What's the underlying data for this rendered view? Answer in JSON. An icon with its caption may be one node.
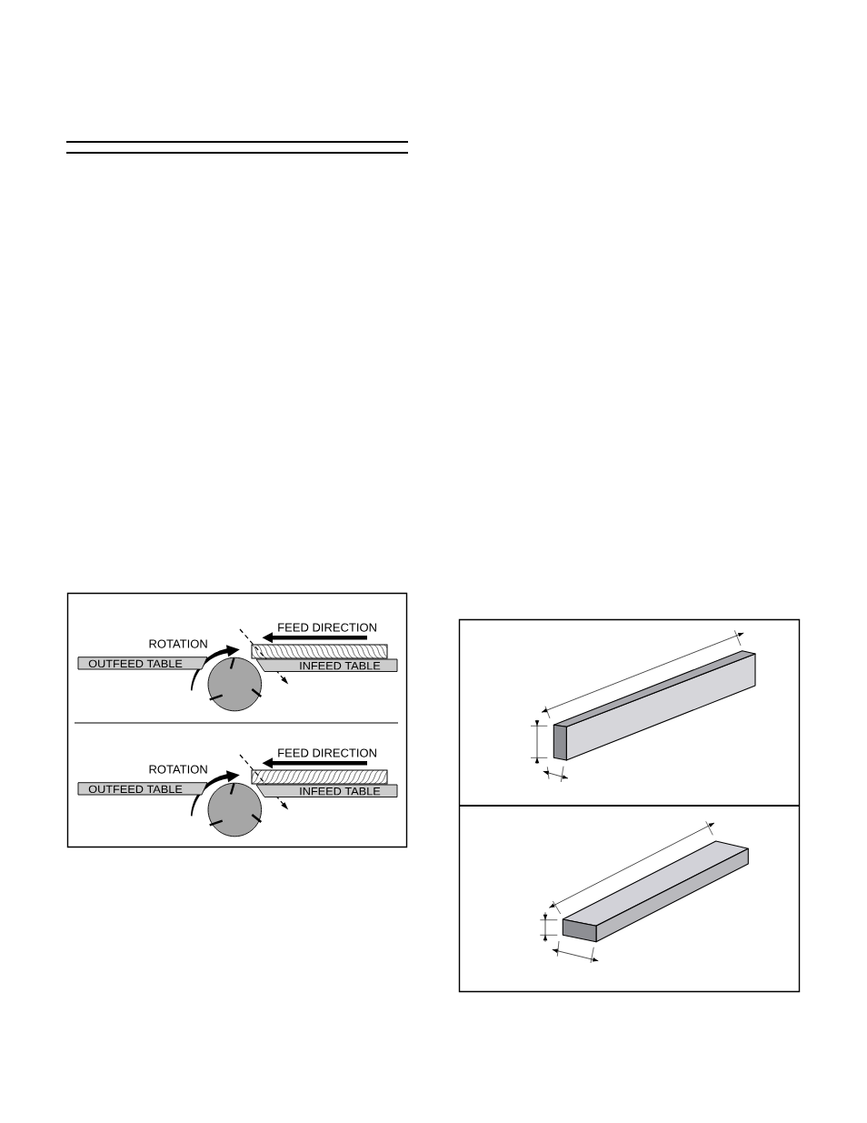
{
  "diagram": {
    "nodes": [
      {
        "text": [
          "OUTFEED TABLE"
        ]
      },
      {
        "text": [
          "INFEED TABLE"
        ]
      },
      {
        "text": [
          "OUTFEED TABLE"
        ]
      },
      {
        "text": [
          "INFEED TABLE"
        ]
      }
    ],
    "labels": [
      "FEED DIRECTION",
      "ROTATION",
      "FEED DIRECTION",
      "ROTATION"
    ]
  }
}
